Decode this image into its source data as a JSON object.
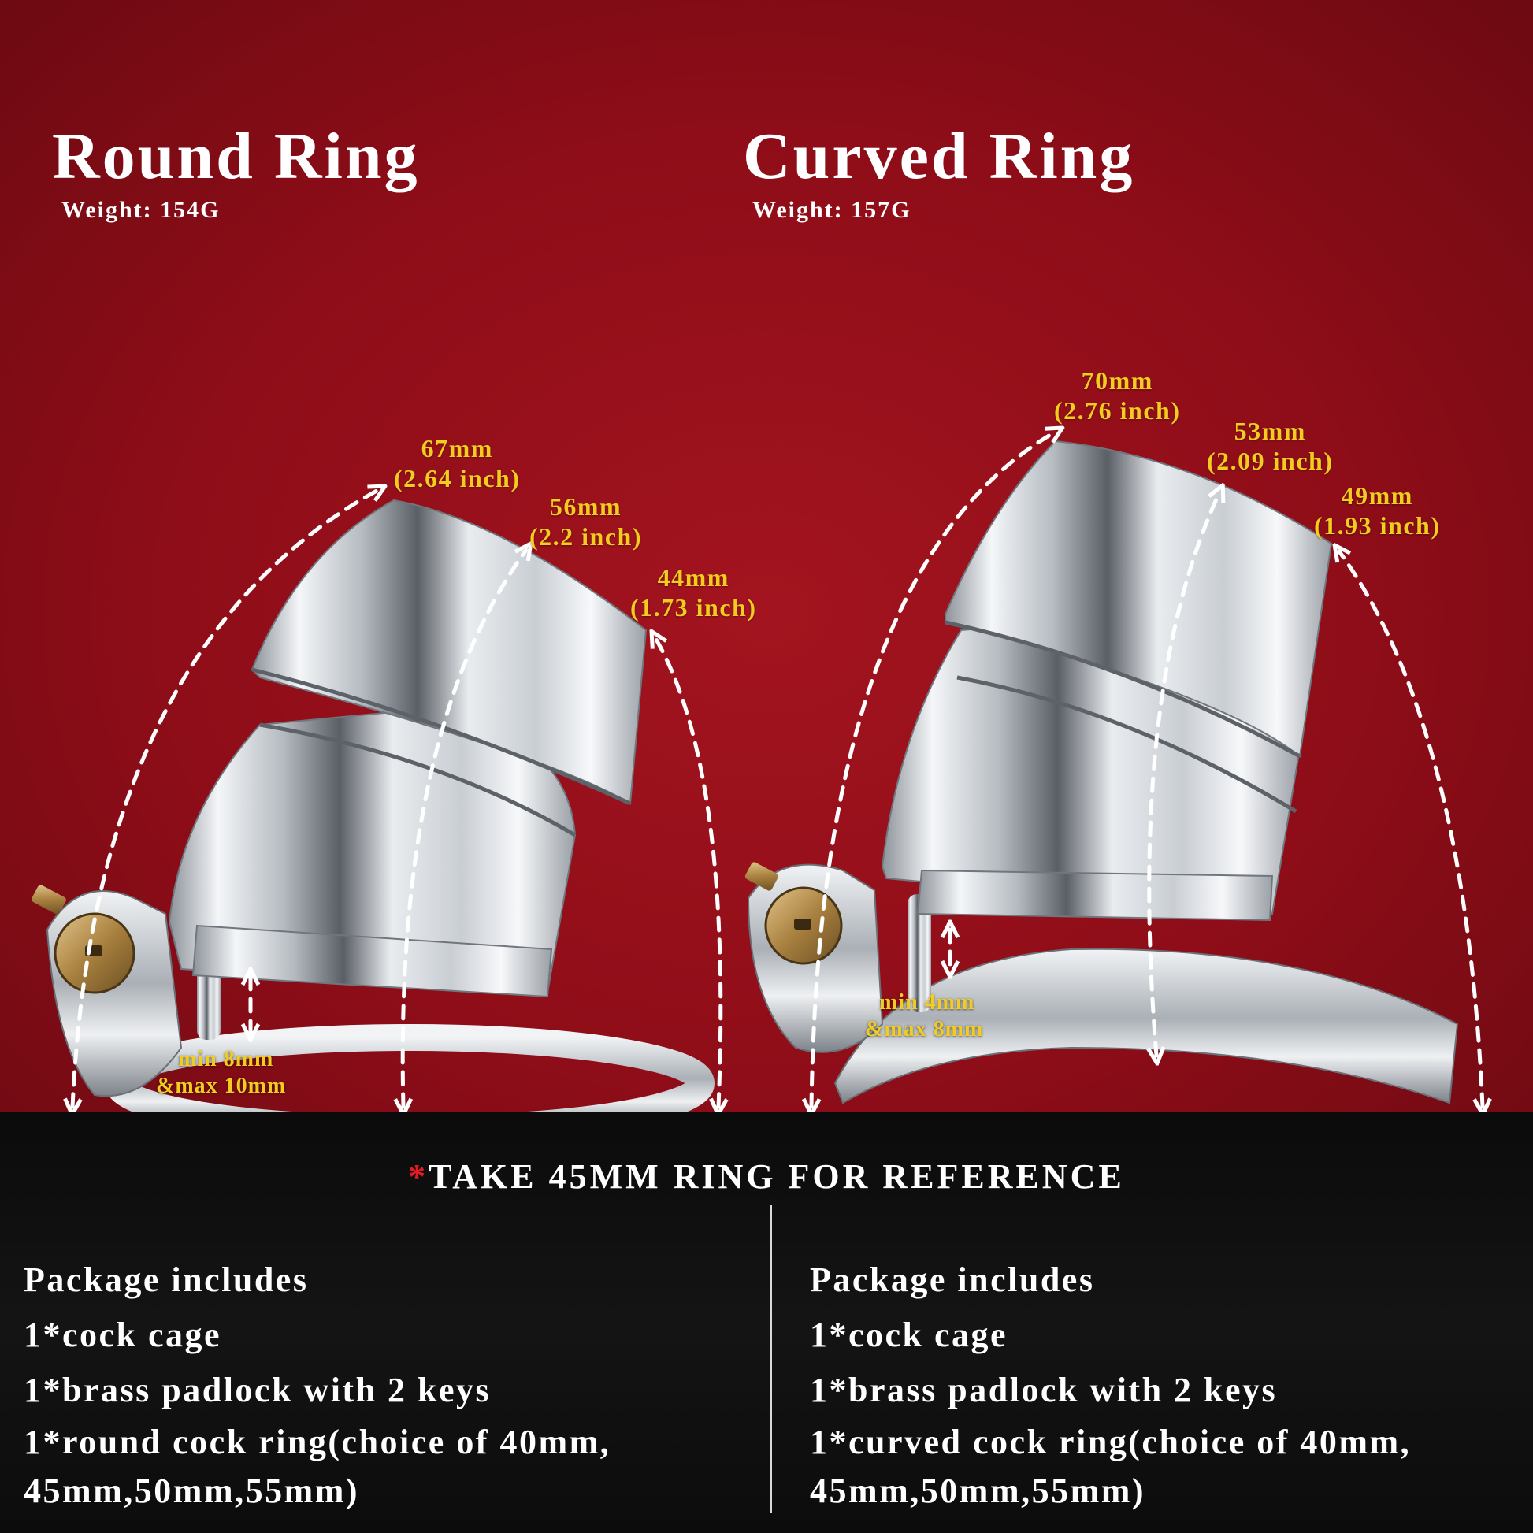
{
  "colors": {
    "background_red": "#8e0d18",
    "panel_black": "#111111",
    "dimension_yellow": "#f2cc1f",
    "accent_red": "#e31b23",
    "steel": "#d8dde2"
  },
  "left": {
    "title": "Round Ring",
    "weight": "Weight:  154G",
    "dims": [
      {
        "mm": "67mm",
        "inch": "(2.64 inch)"
      },
      {
        "mm": "56mm",
        "inch": "(2.2 inch)"
      },
      {
        "mm": "44mm",
        "inch": "(1.73 inch)"
      }
    ],
    "gap": {
      "min": "min 8mm",
      "max": "&max 10mm"
    },
    "package": {
      "heading": "Package includes",
      "items": [
        "1*cock cage",
        "1*brass padlock with 2 keys",
        "1*round cock ring(choice of 40mm,",
        "45mm,50mm,55mm)"
      ]
    }
  },
  "right": {
    "title": "Curved Ring",
    "weight": "Weight:  157G",
    "dims": [
      {
        "mm": "70mm",
        "inch": "(2.76 inch)"
      },
      {
        "mm": "53mm",
        "inch": "(2.09 inch)"
      },
      {
        "mm": "49mm",
        "inch": "(1.93 inch)"
      }
    ],
    "gap": {
      "min": "min 4mm",
      "max": "&max 8mm"
    },
    "package": {
      "heading": "Package includes",
      "items": [
        "1*cock cage",
        "1*brass padlock with 2 keys",
        "1*curved cock ring(choice of 40mm,",
        "45mm,50mm,55mm)"
      ]
    }
  },
  "reference": {
    "star": "*",
    "text": "TAKE 45MM RING FOR REFERENCE"
  },
  "icons": [
    "padlock-icon",
    "arrow-icon"
  ]
}
